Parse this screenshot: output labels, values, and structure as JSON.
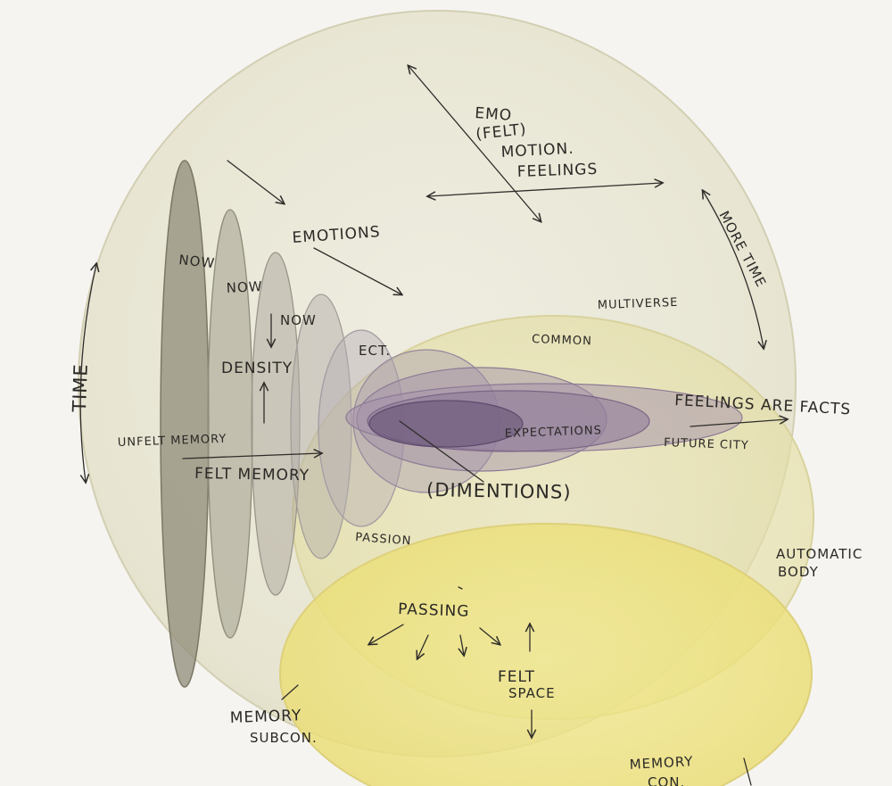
{
  "labels": {
    "emo": "EMO",
    "felt_paren": "(FELT)",
    "motion": "MOTION.",
    "feelings_top": "FEELINGS",
    "more_time": "MORE TIME",
    "emotions": "EMOTIONS",
    "now_1": "NOW",
    "now_2": "NOW",
    "now_3": "NOW",
    "ect": "ECT.",
    "multiverse": "MULTIVERSE",
    "common": "COMMON",
    "time": "TIME",
    "density": "DENSITY",
    "feelings_are_facts": "FEELINGS ARE FACTS",
    "expectations": "EXPECTATIONS",
    "future_city": "FUTURE CITY",
    "unfelt_memory": "UNFELT MEMORY",
    "felt_memory": "FELT MEMORY",
    "dimentions": "(DIMENTIONS)",
    "passion": "PASSION",
    "automatic": "AUTOMATIC",
    "body": "BODY",
    "passing": "PASSING",
    "felt": "FELT",
    "space": "SPACE",
    "memory_sub": "MEMORY",
    "subcon": "SUBCON.",
    "memory_con": "MEMORY",
    "con": "CON."
  },
  "colors": {
    "paper": "#f5f4f0",
    "outer_wash": "#e6e4cf",
    "multiverse_wash": "#ece9c0",
    "lower_wash": "#efe69a",
    "purple_core": "#6f5a7d",
    "grey_now": "#9f9c8c",
    "ink": "#2b2926"
  }
}
